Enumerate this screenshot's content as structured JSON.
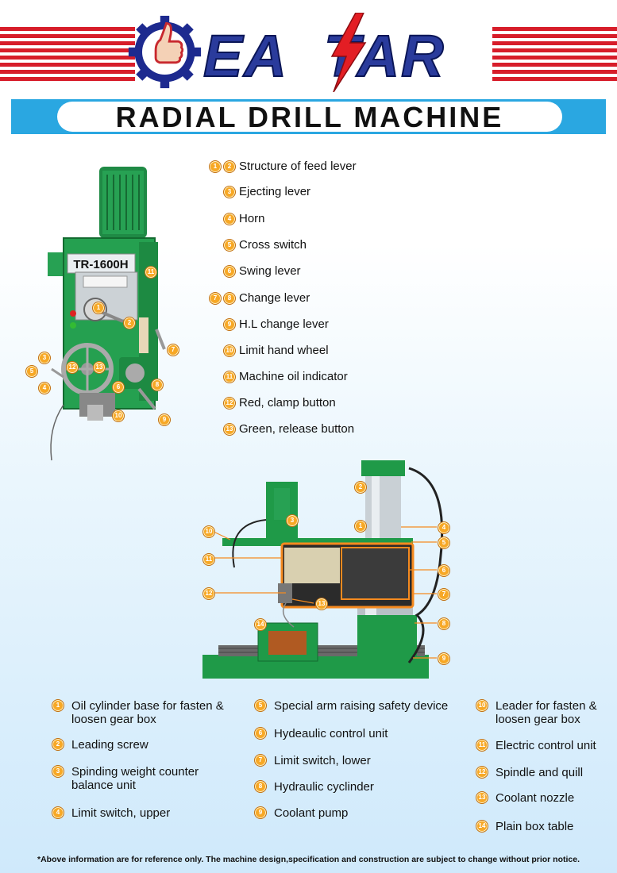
{
  "brand": {
    "name": "EASTAR"
  },
  "title": "RADIAL DRILL MACHINE",
  "machine_panel_label": "TR-1600H",
  "top_list": [
    {
      "nums": [
        "1",
        "2"
      ],
      "label": "Structure of feed lever"
    },
    {
      "nums": [
        "3"
      ],
      "label": "Ejecting lever"
    },
    {
      "nums": [
        "4"
      ],
      "label": "Horn"
    },
    {
      "nums": [
        "5"
      ],
      "label": "Cross switch"
    },
    {
      "nums": [
        "6"
      ],
      "label": "Swing lever"
    },
    {
      "nums": [
        "7",
        "8"
      ],
      "label": "Change lever"
    },
    {
      "nums": [
        "9"
      ],
      "label": "H.L change lever"
    },
    {
      "nums": [
        "10"
      ],
      "label": "Limit hand wheel"
    },
    {
      "nums": [
        "11"
      ],
      "label": "Machine oil indicator"
    },
    {
      "nums": [
        "12"
      ],
      "label": "Red, clamp button"
    },
    {
      "nums": [
        "13"
      ],
      "label": "Green, release button"
    }
  ],
  "bottom_legend": [
    {
      "num": "1",
      "label": "Oil cylinder base for fasten & loosen gear box"
    },
    {
      "num": "2",
      "label": "Leading screw"
    },
    {
      "num": "3",
      "label": "Spinding weight counter balance unit"
    },
    {
      "num": "4",
      "label": "Limit switch, upper"
    },
    {
      "num": "5",
      "label": "Special arm raising safety device"
    },
    {
      "num": "6",
      "label": "Hydeaulic control unit"
    },
    {
      "num": "7",
      "label": "Limit switch, lower"
    },
    {
      "num": "8",
      "label": "Hydraulic cyclinder"
    },
    {
      "num": "9",
      "label": "Coolant pump"
    },
    {
      "num": "10",
      "label": "Leader for fasten & loosen gear box"
    },
    {
      "num": "11",
      "label": "Electric control unit"
    },
    {
      "num": "12",
      "label": "Spindle and quill"
    },
    {
      "num": "13",
      "label": "Coolant nozzle"
    },
    {
      "num": "14",
      "label": "Plain box table"
    }
  ],
  "footnote": "*Above information are for reference only. The machine design,specification and construction are subject to change without prior notice."
}
